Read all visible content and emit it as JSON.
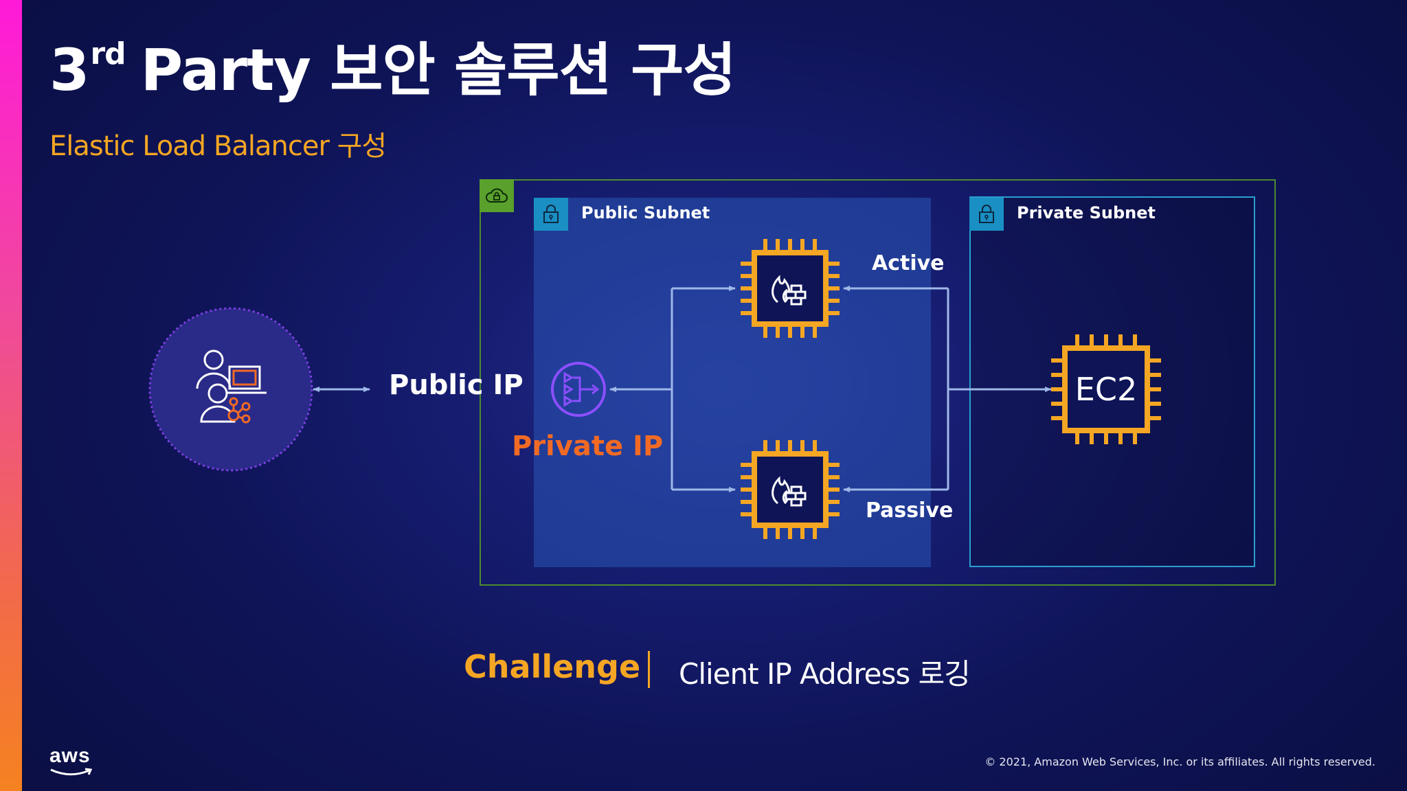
{
  "slide": {
    "title_main": "3",
    "title_sup": "rd",
    "title_rest": "Party 보안 솔루션 구성",
    "subtitle": "Elastic Load Balancer 구성"
  },
  "diagram": {
    "public_subnet_label": "Public Subnet",
    "private_subnet_label": "Private Subnet",
    "public_ip_label": "Public IP",
    "private_ip_label": "Private IP",
    "active_label": "Active",
    "passive_label": "Passive",
    "ec2_label": "EC2",
    "icons": [
      "users-icon",
      "vpc-cloud-icon",
      "lock-icon",
      "load-balancer-icon",
      "firewall-instance-icon",
      "ec2-instance-icon"
    ],
    "colors": {
      "accent_orange": "#f5a623",
      "private_ip_orange": "#f26a24",
      "vpc_green": "#5aa02c",
      "subnet_blue": "#1a8fc3",
      "chip_orange": "#f5a623",
      "lb_purple": "#8c4fff"
    }
  },
  "footer": {
    "challenge_label": "Challenge",
    "challenge_text": "Client IP Address 로깅",
    "aws_logo": "aws",
    "copyright": "© 2021, Amazon Web Services, Inc. or its affiliates. All rights reserved."
  }
}
